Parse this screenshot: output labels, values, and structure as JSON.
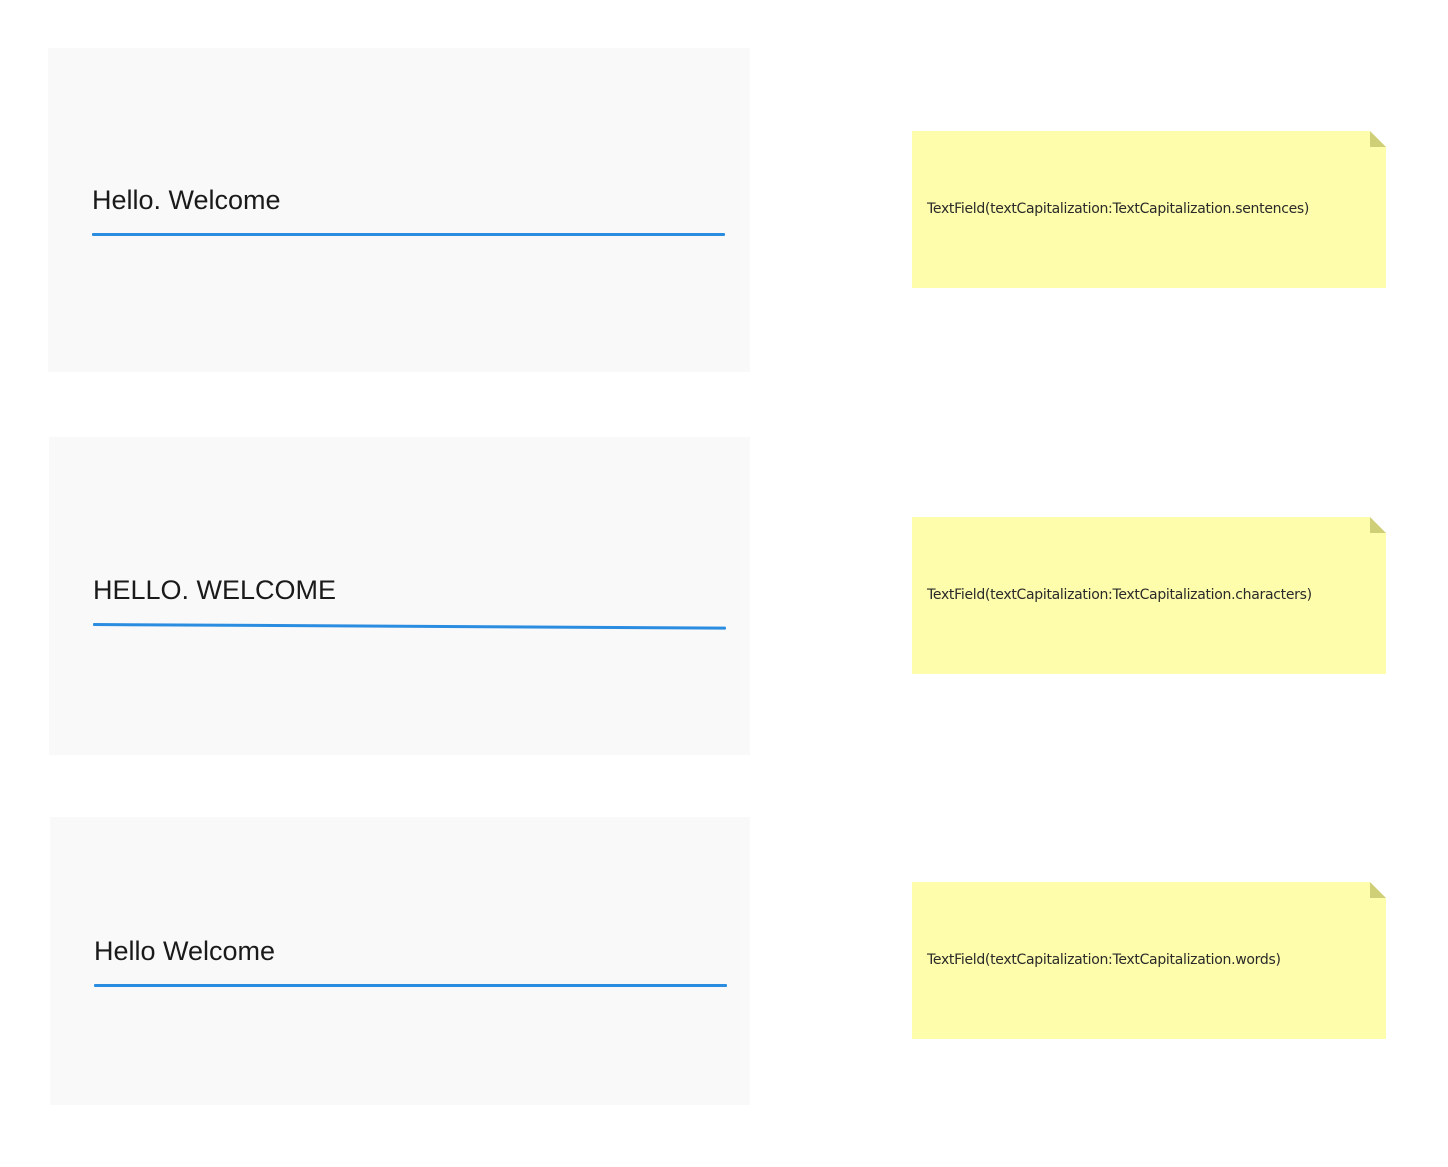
{
  "demos": [
    {
      "field_value": "Hello. Welcome",
      "note": "TextField(textCapitalization:TextCapitalization.sentences)"
    },
    {
      "field_value": "HELLO. WELCOME",
      "note": "TextField(textCapitalization:TextCapitalization.characters)"
    },
    {
      "field_value": "Hello Welcome",
      "note": "TextField(textCapitalization:TextCapitalization.words)"
    }
  ],
  "colors": {
    "panel_background": "#f9f9f9",
    "underline_accent": "#2a8de0",
    "note_background": "#fdfdab",
    "note_fold": "#cfcf78",
    "text": "#1a1a1a"
  }
}
